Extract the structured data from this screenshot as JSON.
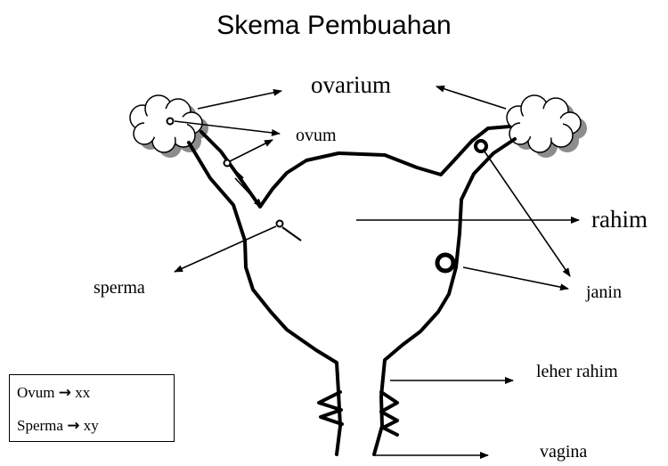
{
  "title": "Skema Pembuahan",
  "labels": {
    "ovarium": "ovarium",
    "ovum": "ovum",
    "rahim": "rahim",
    "sperma": "sperma",
    "janin": "janin",
    "leher_rahim": "leher rahim",
    "vagina": "vagina"
  },
  "legend": {
    "ovum_name": "Ovum",
    "ovum_value": "xx",
    "sperma_name": "Sperma",
    "sperma_value": "xy",
    "arrow_symbol": "→"
  },
  "colors": {
    "line": "#000000",
    "cloud_fill": "#ffffff",
    "cloud_shadow": "#8c8c8c"
  }
}
